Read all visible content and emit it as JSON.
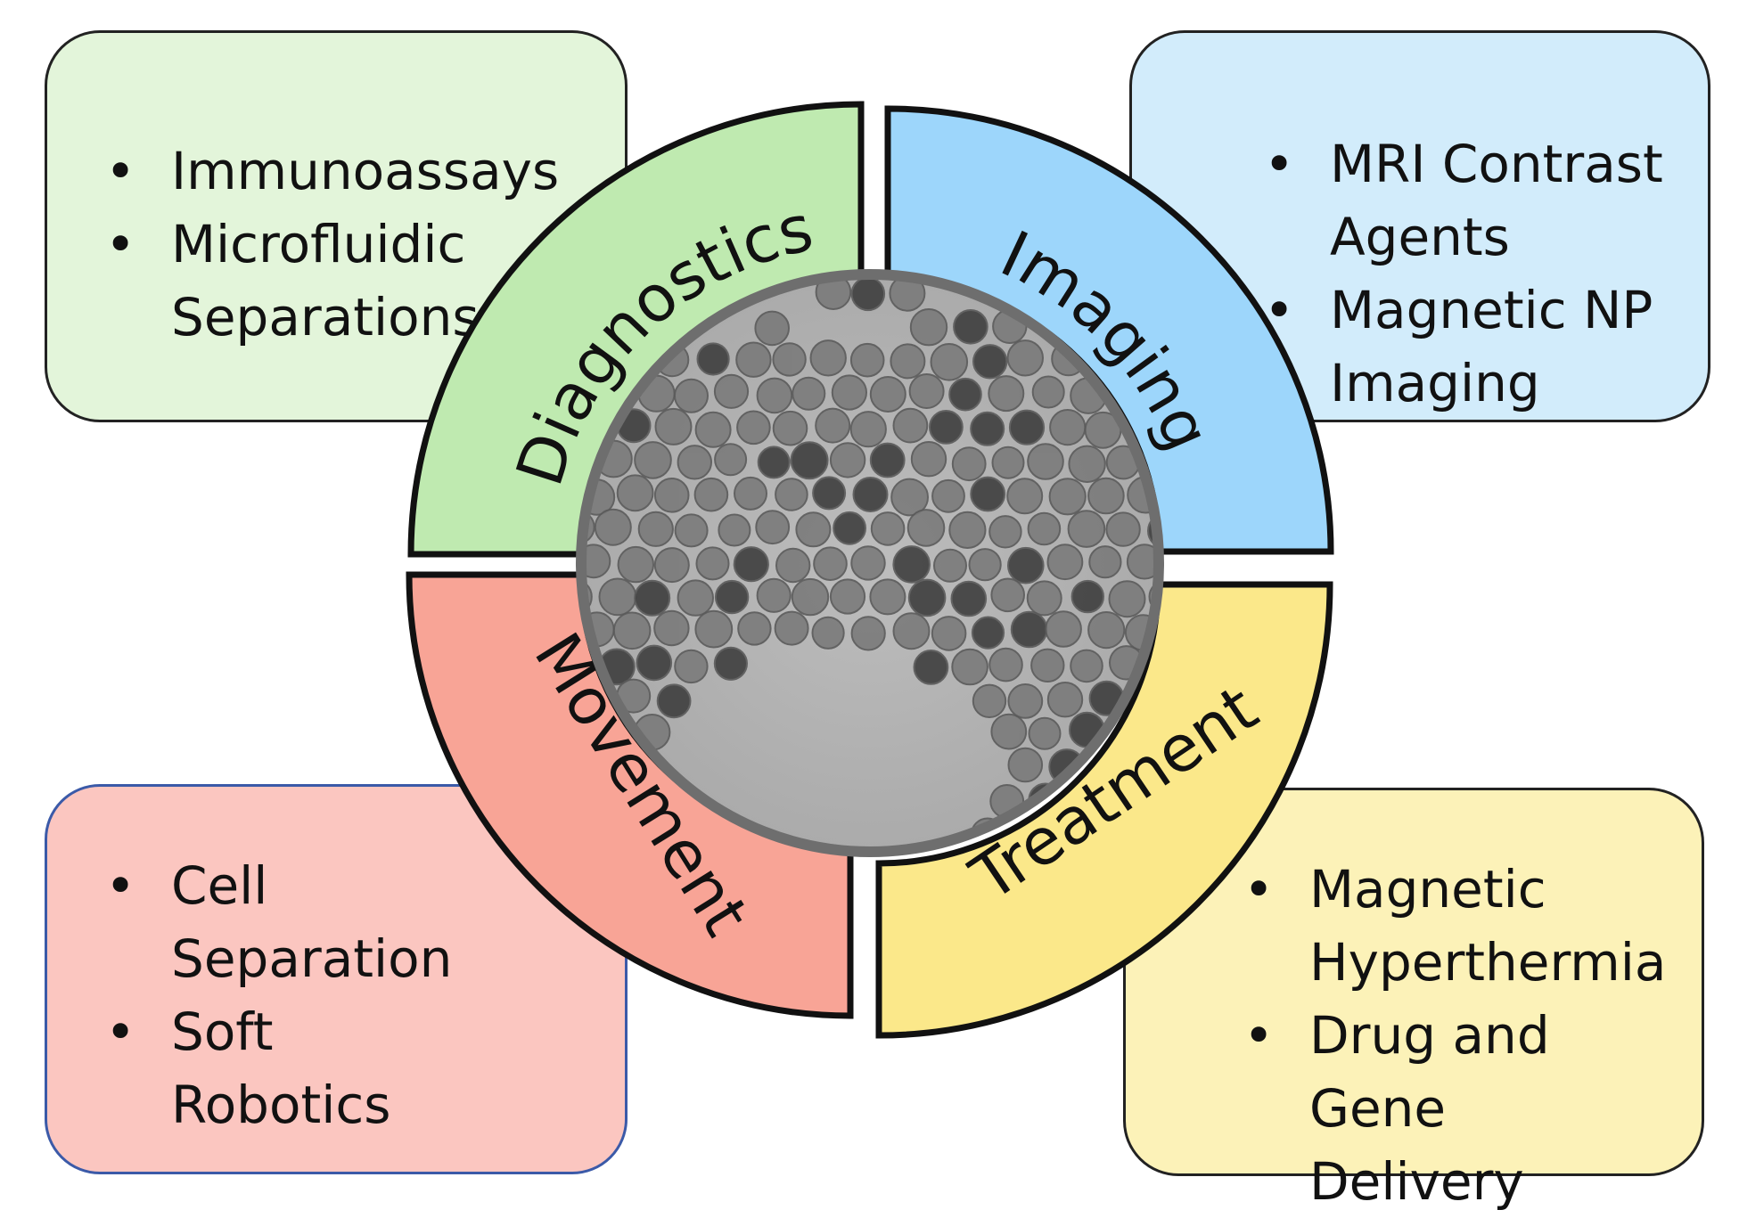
{
  "colors": {
    "diagnostics": "#bfeab0",
    "imaging": "#9dd6fb",
    "movement": "#f8a496",
    "treatment": "#fbe88a"
  },
  "segments": {
    "diagnostics": "Diagnostics",
    "imaging": "Imaging",
    "movement": "Movement",
    "treatment": "Treatment"
  },
  "boxes": {
    "diagnostics": [
      "Immunoassays",
      "Microfluidic\nSeparations"
    ],
    "imaging": [
      "MRI Contrast\nAgents",
      "Magnetic NP\nImaging"
    ],
    "movement": [
      "Cell\nSeparation",
      "Soft\nRobotics"
    ],
    "treatment": [
      "Magnetic\nHyperthermia",
      "Drug and Gene\nDelivery"
    ]
  },
  "center_image": "electron-micrograph-nanoparticles"
}
